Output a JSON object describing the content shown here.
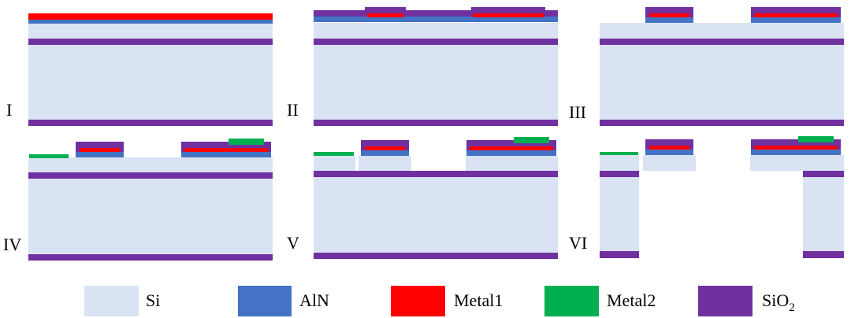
{
  "colors": {
    "si": "#dae3f3",
    "aln": "#4472c4",
    "metal1": "#ff0000",
    "metal2": "#00b050",
    "sio2": "#7030a0"
  },
  "steps": [
    {
      "id": "I",
      "label": "I"
    },
    {
      "id": "II",
      "label": "II"
    },
    {
      "id": "III",
      "label": "III"
    },
    {
      "id": "IV",
      "label": "IV"
    },
    {
      "id": "V",
      "label": "V"
    },
    {
      "id": "VI",
      "label": "VI"
    }
  ],
  "legend": [
    {
      "key": "si",
      "label": "Si"
    },
    {
      "key": "aln",
      "label": "AlN"
    },
    {
      "key": "metal1",
      "label": "Metal1"
    },
    {
      "key": "metal2",
      "label": "Metal2"
    },
    {
      "key": "sio2",
      "label": "SiO",
      "subscript": "2"
    }
  ]
}
